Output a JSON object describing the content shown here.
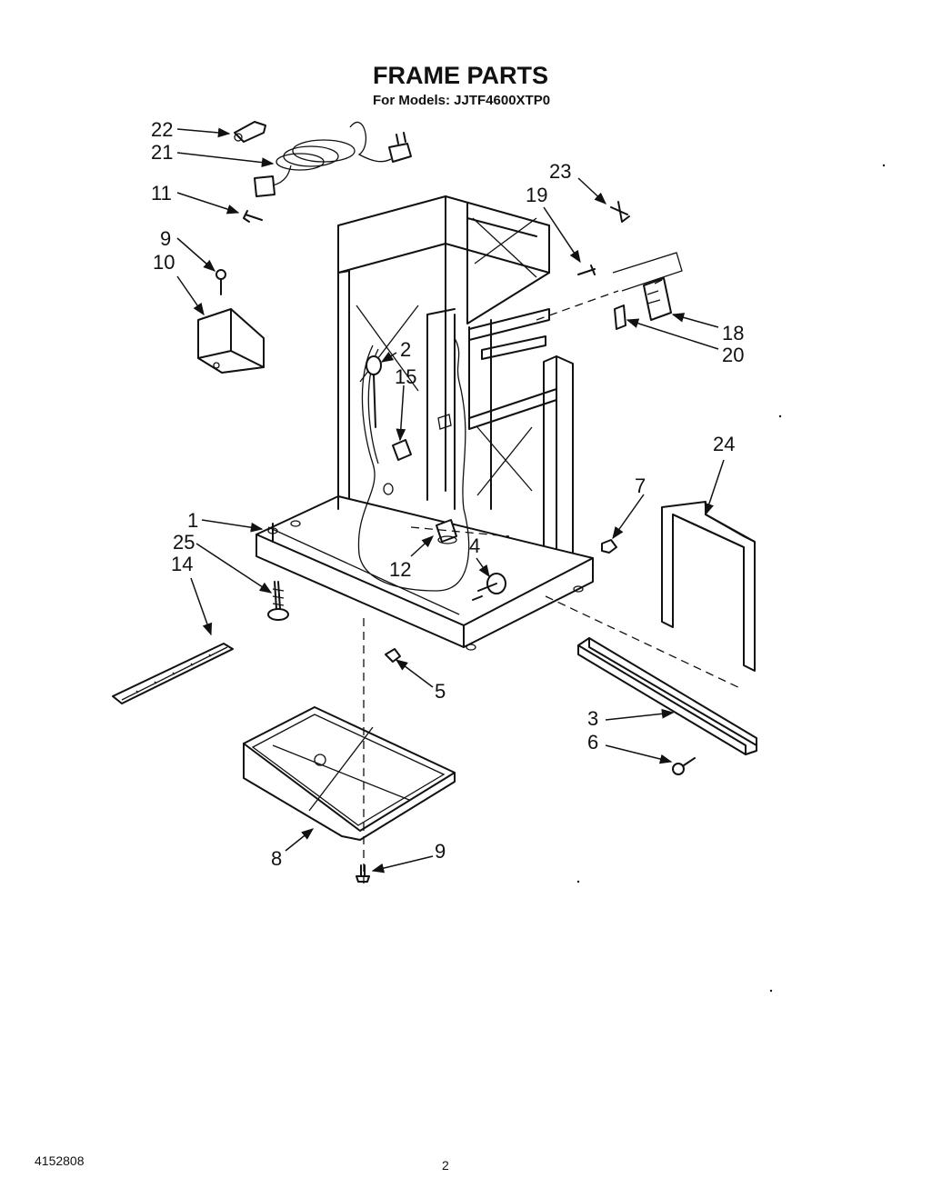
{
  "header": {
    "title": "FRAME PARTS",
    "models": "For Models: JJTF4600XTP0"
  },
  "footer": {
    "doc_number": "4152808",
    "page_number": "2"
  },
  "callouts": [
    "1",
    "2",
    "3",
    "4",
    "5",
    "6",
    "7",
    "8",
    "9",
    "9",
    "10",
    "11",
    "12",
    "14",
    "15",
    "18",
    "19",
    "20",
    "21",
    "22",
    "23",
    "24",
    "25"
  ]
}
